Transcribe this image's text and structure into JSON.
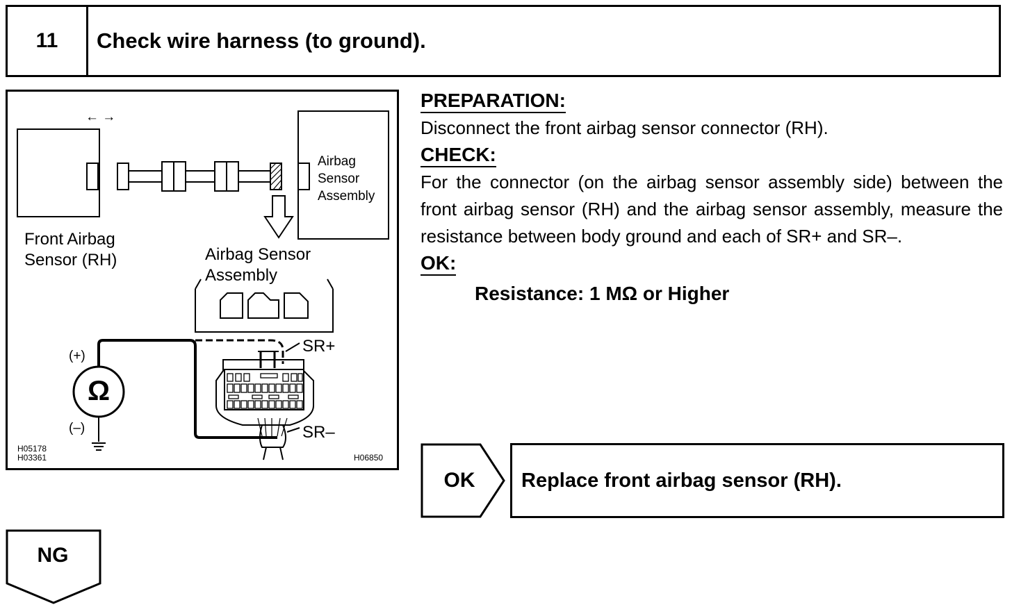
{
  "step": {
    "number": "11",
    "title": "Check wire harness (to ground)."
  },
  "figure": {
    "front_sensor_label_line1": "Front Airbag",
    "front_sensor_label_line2": "Sensor (RH)",
    "assembly_box_line1": "Airbag",
    "assembly_box_line2": "Sensor",
    "assembly_box_line3": "Assembly",
    "assembly_label_line1": "Airbag Sensor",
    "assembly_label_line2": "Assembly",
    "plus_label": "(+)",
    "minus_label": "(–)",
    "ohm_symbol": "Ω",
    "sr_plus": "SR+",
    "sr_minus": "SR–",
    "arrows": "← →",
    "code_left_1": "H05178",
    "code_left_2": "H03361",
    "code_right": "H06850"
  },
  "preparation": {
    "heading": "PREPARATION:",
    "text": "Disconnect the front airbag sensor connector (RH)."
  },
  "check": {
    "heading": "CHECK:",
    "text": "For the connector (on the airbag sensor assembly side) between the front airbag sensor (RH) and the airbag sensor assembly, measure the resistance between body ground and each of SR+ and SR–."
  },
  "ok": {
    "heading": "OK:",
    "spec": "Resistance: 1 MΩ or Higher"
  },
  "result_ok": {
    "tag": "OK",
    "action": "Replace front airbag sensor (RH)."
  },
  "result_ng": {
    "tag": "NG"
  }
}
